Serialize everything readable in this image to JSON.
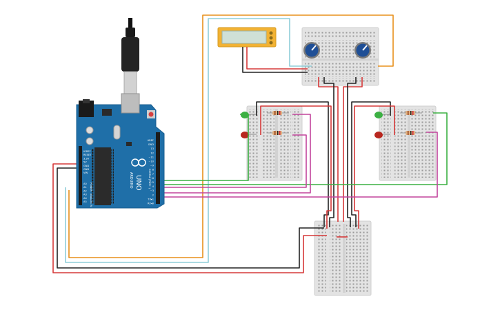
{
  "arduino": {
    "brand": "ARDUINO",
    "model": "UNO",
    "power_header": [
      "IOREF",
      "RESET",
      "3.3V",
      "5V",
      "GND",
      "GND",
      "VIN"
    ],
    "analog_header": [
      "A0",
      "A1",
      "A2",
      "A3",
      "A4",
      "A5"
    ],
    "power_label": "POWER",
    "analog_label": "ANALOG IN",
    "digital_header": [
      "AREF",
      "GND",
      "13",
      "12",
      "~11",
      "~10",
      "~9",
      "8",
      "7",
      "~6",
      "~5",
      "4",
      "~3",
      "2",
      "TX▸1",
      "RX◂0"
    ],
    "digital_label": "DIGITAL (PWM~)"
  },
  "colors": {
    "board": "#1f6fa8",
    "board_edge": "#195d8f",
    "breadboard": "#e3e3e3",
    "wire_orange": "#e8901c",
    "wire_cyan": "#8fcdd8",
    "wire_red": "#d63838",
    "wire_black": "#222222",
    "wire_green": "#3cb043",
    "wire_magenta": "#c2449c",
    "lcd_frame": "#f2b233",
    "lcd_screen": "#cfe0d6",
    "pot": "#1f4f96"
  },
  "icons": [
    "usb-plug-icon",
    "potentiometer-knob-icon",
    "led-icon",
    "resistor-icon"
  ]
}
